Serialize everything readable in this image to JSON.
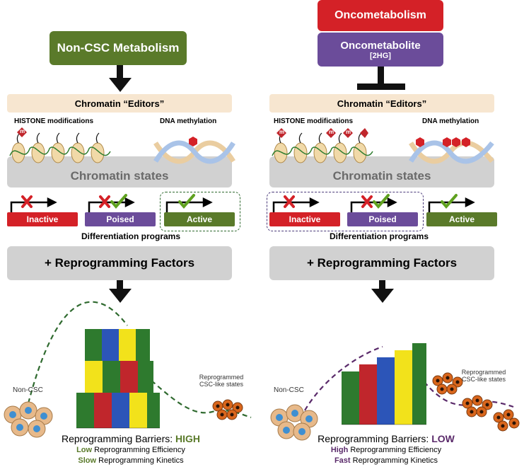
{
  "left": {
    "top_box": "Non-CSC Metabolism",
    "editors": "Chromatin “Editors”",
    "histone_label": "HISTONE modifications",
    "dna_label": "DNA methylation",
    "chromatin_states": "Chromatin states",
    "programs": [
      "Inactive",
      "Poised",
      "Active"
    ],
    "diff_label": "Differentiation programs",
    "reprog_factors": "+ Reprogramming Factors",
    "non_csc": "Non-CSC",
    "reprogrammed": "Reprogrammed\nCSC-like states",
    "barriers_prefix": "Reprogramming Barriers: ",
    "barriers_level": "HIGH",
    "efficiency_word": "Low",
    "efficiency_rest": " Reprogramming Efficiency",
    "kinetics_word": "Slow",
    "kinetics_rest": " Reprogramming Kinetics",
    "histone_mark": "m"
  },
  "right": {
    "oncometabolism": "Oncometabolism",
    "oncometabolite": "Oncometabolite",
    "oncometabolite_sub": "[2HG]",
    "editors": "Chromatin “Editors”",
    "histone_label": "HISTONE modifications",
    "dna_label": "DNA methylation",
    "chromatin_states": "Chromatin states",
    "programs": [
      "Inactive",
      "Poised",
      "Active"
    ],
    "diff_label": "Differentiation programs",
    "reprog_factors": "+ Reprogramming Factors",
    "non_csc": "Non-CSC",
    "reprogrammed": "Reprogrammed\nCSC-like states",
    "barriers_prefix": "Reprogramming Barriers: ",
    "barriers_level": "LOW",
    "efficiency_word": "High",
    "efficiency_rest": " Reprogramming Efficiency",
    "kinetics_word": "Fast",
    "kinetics_rest": " Reprogramming Kinetics",
    "histone_mark": "m"
  },
  "colors": {
    "green": "#5a7a2a",
    "red": "#d42127",
    "purple": "#6b4c9a",
    "editor_bg": "#f7e6d0",
    "gray_box": "#d1d1d1",
    "level_high": "#5a7a2a",
    "level_low": "#5a2a6a"
  }
}
